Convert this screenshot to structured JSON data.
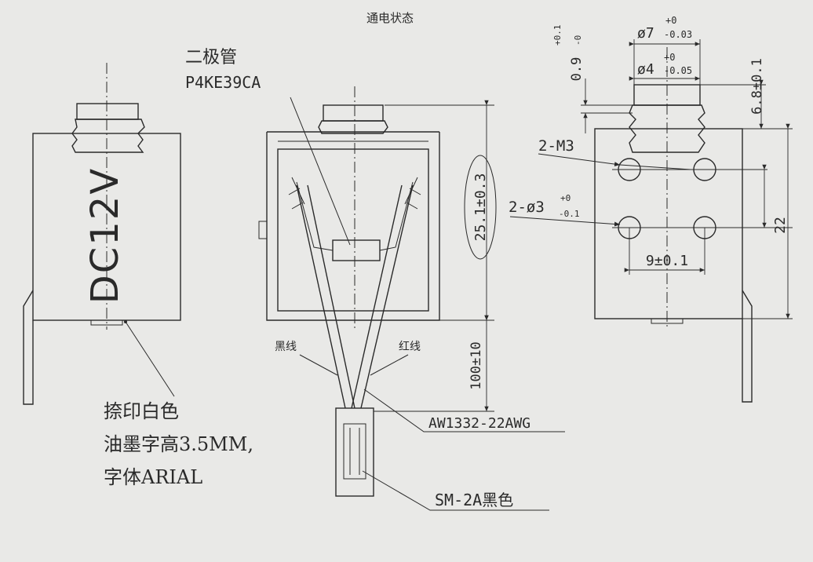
{
  "title": "通电状态",
  "left_view": {
    "voltage_marking": "DC12V",
    "note_lines": [
      "捺印白色",
      "油墨字高3.5MM,",
      "字体ARIAL"
    ]
  },
  "middle_view": {
    "diode_name": "二极管",
    "diode_part": "P4KE39CA",
    "height_dim": "25.1±0.3",
    "lead_length_dim": "100±10",
    "black_wire": "黑线",
    "red_wire": "红线",
    "wire_spec": "AW1332-22AWG",
    "connector": "SM-2A黑色"
  },
  "right_view": {
    "plunger_outer_diameter": "ø7",
    "plunger_outer_tol_upper": "+0",
    "plunger_outer_tol_lower": "-0.03",
    "plunger_inner_diameter": "ø4",
    "plunger_inner_tol_upper": "+0",
    "plunger_inner_tol_lower": "-0.05",
    "plunger_gap": "0.9",
    "plunger_gap_tol_upper": "+0.1",
    "plunger_gap_tol_lower": "-0",
    "stroke_dim": "6.8±0.1",
    "thread_holes": "2-M3",
    "pin_holes": "2-ø3",
    "pin_holes_tol_upper": "+0",
    "pin_holes_tol_lower": "-0.1",
    "hole_spacing": "9±0.1",
    "vertical_hole_spacing": "22"
  }
}
